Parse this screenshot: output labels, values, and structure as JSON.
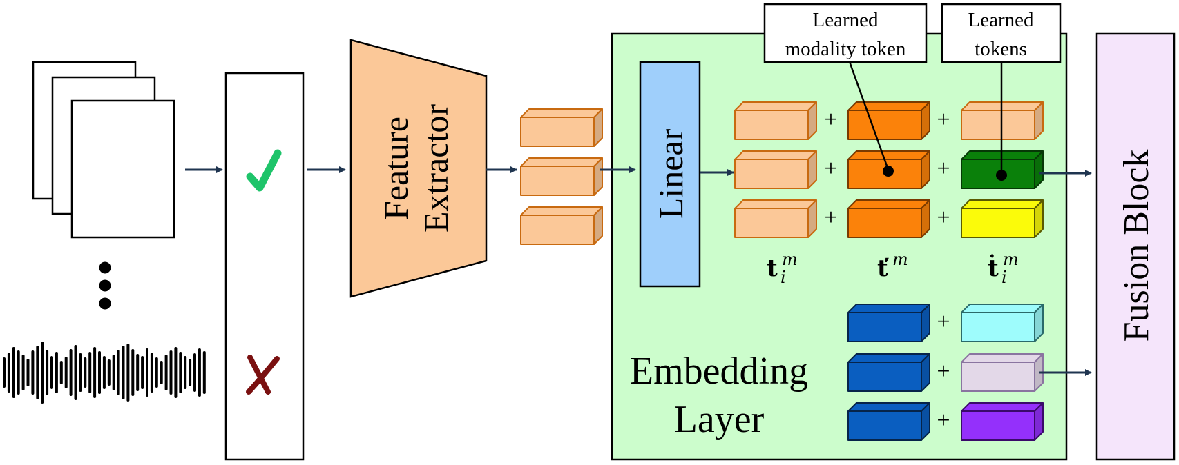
{
  "colors": {
    "arrow": "#1f3550",
    "check": "#1ec46a",
    "cross": "#7a1010",
    "feature_extractor_fill": "#fbc898",
    "embedding_layer_fill": "#ccfdcc",
    "embedding_layer_stroke": "#2e7d32",
    "linear_fill": "#9fcffb",
    "fusion_block_fill": "#f5e5fb",
    "token_light_orange": "#fbc898",
    "token_orange": "#fb820a",
    "token_green": "#0a800a",
    "token_yellow": "#fbfb0a",
    "token_blue": "#0a5ec0",
    "token_cyan": "#9efcfc",
    "token_lilac": "#e3d8e8",
    "token_purple": "#9430fb"
  },
  "inputs": {
    "documents_icon": "stacked-pages-icon",
    "ellipsis_icon": "vertical-ellipsis-icon",
    "audio_icon": "audio-waveform-icon"
  },
  "modality_selector": {
    "check_icon": "check-mark-icon",
    "cross_icon": "cross-mark-icon"
  },
  "feature_extractor": {
    "line1": "Feature",
    "line2": "Extractor"
  },
  "linear": {
    "label": "Linear"
  },
  "embedding_layer": {
    "line1": "Embedding",
    "line2": "Layer"
  },
  "callouts": {
    "modality_token": {
      "line1": "Learned",
      "line2": "modality token"
    },
    "learned_tokens": {
      "line1": "Learned",
      "line2": "tokens"
    }
  },
  "plus_sign": "+",
  "symbols": {
    "col1": {
      "base": "t",
      "sup": "m",
      "sub": "i"
    },
    "col2": {
      "base": "ť",
      "sup": "m"
    },
    "col3": {
      "base": "ṫ",
      "sup": "m",
      "sub": "i"
    }
  },
  "fusion_block": {
    "label": "Fusion Block"
  }
}
